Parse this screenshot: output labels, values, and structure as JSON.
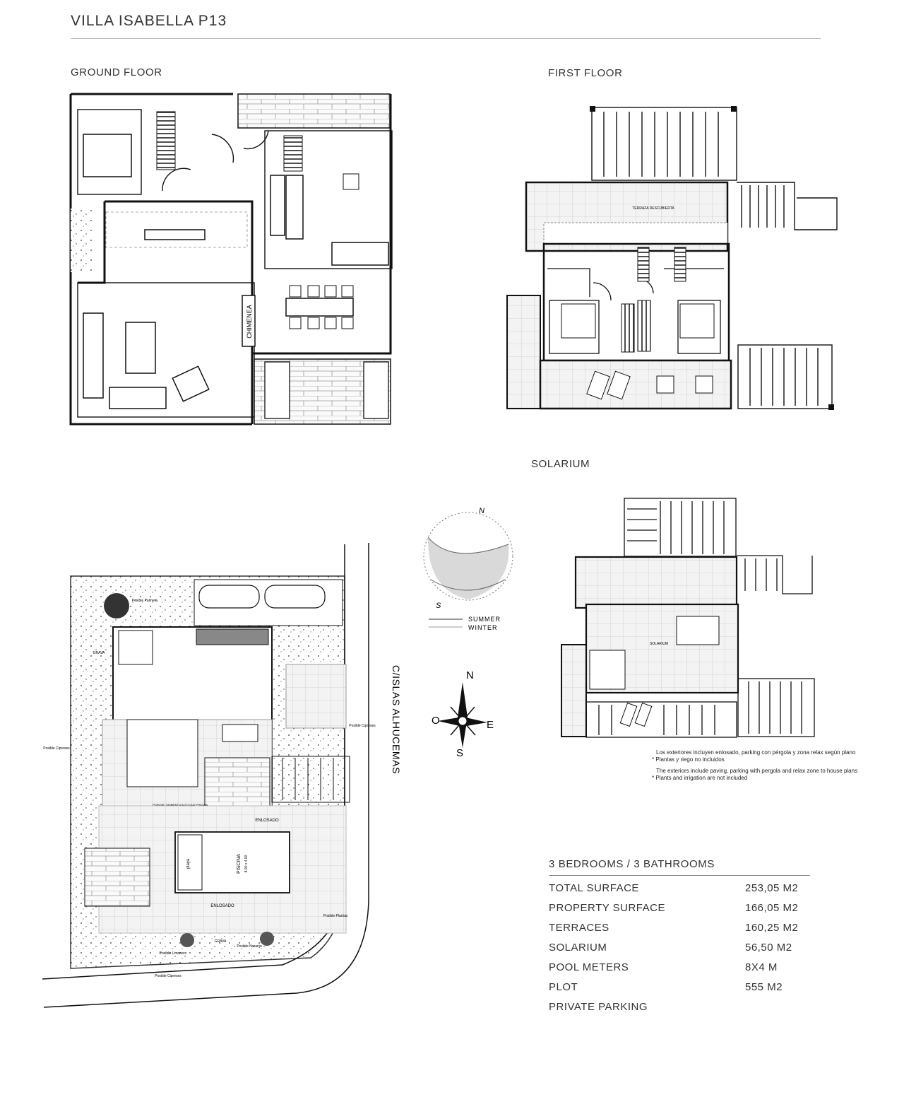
{
  "header": {
    "title": "VILLA ISABELLA P13"
  },
  "sections": {
    "ground_floor": "GROUND FLOOR",
    "first_floor": "FIRST FLOOR",
    "solarium": "SOLARIUM"
  },
  "plan_labels": {
    "chimenea": "CHIMENEA",
    "street": "C/ISLAS ALHUCEMAS",
    "terraza_first": "TERRAZA DESCUBIERTA",
    "solarium_floor": "SOLARIUM",
    "enlosado": "ENLOSADO",
    "piscina": "PISCINA",
    "piscina_size": "8.00 x 4.00",
    "playa": "playa",
    "grava": "GRAVA",
    "posible_palmera": "Posible Palmera",
    "posible_cipreses": "Posible Cipreses",
    "posible_limonero": "Posible Limonero",
    "posible_naranjo": "Posible Naranjo",
    "posible_plantas": "Posible Plantas",
    "porche": "PORCHE, MOMENTO ALTO QUE PISCINA"
  },
  "sun_diagram": {
    "north": "N",
    "south": "S",
    "legend_summer": "SUMMER",
    "legend_winter": "WINTER"
  },
  "compass": {
    "n": "N",
    "s": "S",
    "e": "E",
    "o": "O"
  },
  "notes": {
    "es_1": "Los exteriores incluyen enlosado, parking con pérgola y zona relax según plano",
    "es_2": "* Plantas y riego no incluidos",
    "en_1": "The exteriors include paving, parking with pergola and relax zone to house plans",
    "en_2": "* Plants and irrigation are not included"
  },
  "specs": {
    "heading": "3 BEDROOMS / 3 BATHROOMS",
    "rows": [
      {
        "label": "TOTAL SURFACE",
        "value": "253,05 M2"
      },
      {
        "label": "PROPERTY SURFACE",
        "value": "166,05 M2"
      },
      {
        "label": "TERRACES",
        "value": "160,25 M2"
      },
      {
        "label": "SOLARIUM",
        "value": "56,50 M2"
      },
      {
        "label": "POOL METERS",
        "value": "8X4 M"
      },
      {
        "label": "PLOT",
        "value": "555 M2"
      },
      {
        "label": "PRIVATE PARKING",
        "value": ""
      }
    ]
  }
}
